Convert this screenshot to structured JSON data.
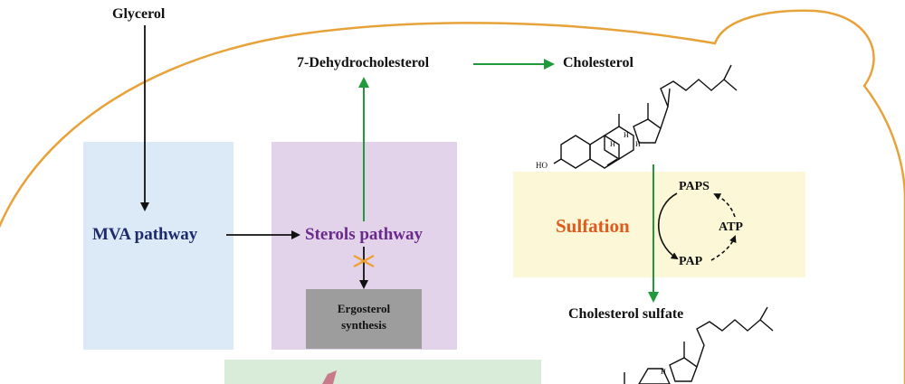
{
  "labels": {
    "glycerol": "Glycerol",
    "dehydro": "7-Dehydrocholesterol",
    "cholesterol": "Cholesterol",
    "mva": "MVA pathway",
    "sterols": "Sterols pathway",
    "ergosterol_line1": "Ergosterol",
    "ergosterol_line2": "synthesis",
    "sulfation": "Sulfation",
    "paps": "PAPS",
    "atp": "ATP",
    "pap": "PAP",
    "cholesterol_sulfate": "Cholesterol sulfate",
    "ho": "HO"
  },
  "colors": {
    "cell_outline": "#e8a23a",
    "mva_box": "#dce9f6",
    "sterols_box": "#e3d3ea",
    "ergosterol_box": "#9d9d9d",
    "sulfation_box": "#fbf7d7",
    "bottom_box": "#d9ecd9",
    "green_arrow": "#1e9a3a",
    "mva_text": "#1f2a6b",
    "sterols_text": "#6a2a8a",
    "sulfation_text": "#e05a1e",
    "block_mark": "#f0a030"
  }
}
